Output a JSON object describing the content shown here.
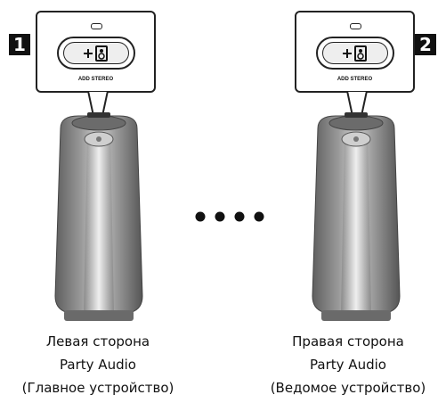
{
  "left": {
    "badge": "1",
    "button_label": "ADD STEREO",
    "caption": [
      "Левая сторона",
      "Party Audio",
      "(Главное устройство)"
    ]
  },
  "right": {
    "badge": "2",
    "button_label": "ADD STEREO",
    "caption": [
      "Правая сторона",
      "Party Audio",
      "(Ведомое устройство)"
    ]
  },
  "icons": {
    "button": "add-stereo-icon",
    "separator": "ellipsis-dots"
  }
}
